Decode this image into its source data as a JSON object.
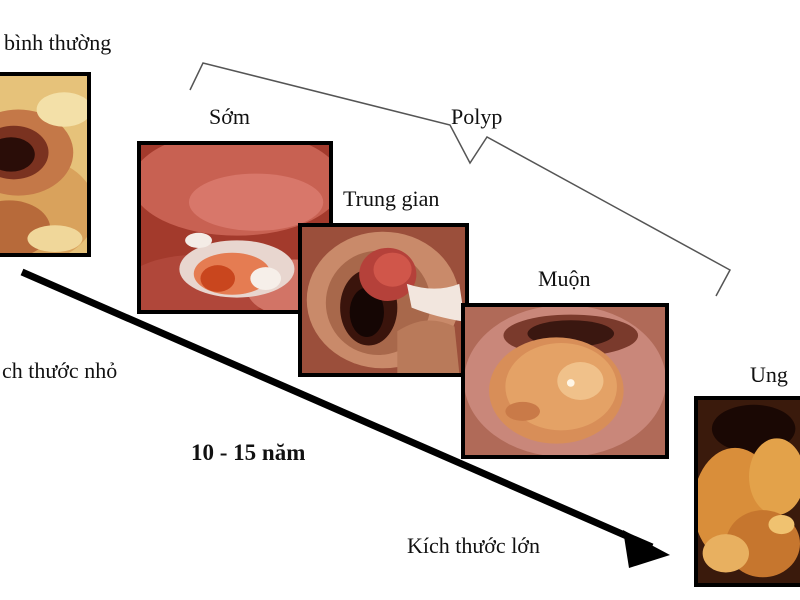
{
  "labels": {
    "normal": "bình thường",
    "small_size": "ch thước nhỏ",
    "early": "Sớm",
    "intermediate": "Trung gian",
    "late": "Muộn",
    "polyp": "Polyp",
    "cancer": "Ung",
    "duration": "10 - 15 năm",
    "large_size": "Kích thước lớn"
  },
  "stages": [
    {
      "key": "normal",
      "image": "normal-colon-mucosa"
    },
    {
      "key": "early",
      "image": "early-polyp"
    },
    {
      "key": "intermediate",
      "image": "intermediate-polyp"
    },
    {
      "key": "late",
      "image": "late-polyp"
    },
    {
      "key": "cancer",
      "image": "colon-cancer"
    }
  ],
  "colors": {
    "frame": "#000000",
    "arrow": "#000000",
    "bracket": "#555555",
    "mucosa": "#c8615a",
    "mucosa_light": "#e8a39a",
    "lumen": "#2a0d08"
  }
}
